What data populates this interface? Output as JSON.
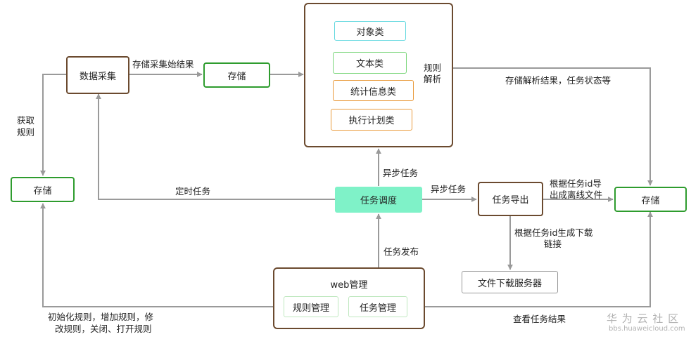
{
  "nodes": {
    "collect": "数据采集",
    "store_mid": "存储",
    "store_left": "存储",
    "store_right": "存储",
    "scheduler": "任务调度",
    "export": "任务导出",
    "file_server": "文件下载服务器",
    "web_title": "web管理",
    "rule_mgmt": "规则管理",
    "task_mgmt": "任务管理"
  },
  "rule_parse": {
    "types": [
      "对象类",
      "文本类",
      "统计信息类",
      "执行计划类"
    ],
    "side_label_1": "规则",
    "side_label_2": "解析"
  },
  "labels": {
    "store_collect_result": "存储采集始结果",
    "get_rule_1": "获取",
    "get_rule_2": "规则",
    "store_parse_result": "存储解析结果，任务状态等",
    "timed_task": "定时任务",
    "async_task_up": "异步任务",
    "async_task_right": "异步任务",
    "gen_offline_1": "根据任务id导",
    "gen_offline_2": "出成离线文件",
    "gen_link_1": "根据任务id生成下载",
    "gen_link_2": "链接",
    "task_publish": "任务发布",
    "init_rules_1": "初始化规则，增加规则，修",
    "init_rules_2": "改规则，关闭、打开规则",
    "view_results": "查看任务结果"
  },
  "watermark": {
    "brand": "华 为 云 社 区",
    "url": "bbs.huaweicloud.com"
  },
  "colors": {
    "brown_border": "#6b4a2f",
    "green_border": "#2e9c2e",
    "scheduler_fill": "#7ff2c8",
    "arrow": "#9a9a9a",
    "cyan": "#62d8df",
    "light_green": "#7ad67a",
    "orange": "#e99a3b"
  }
}
